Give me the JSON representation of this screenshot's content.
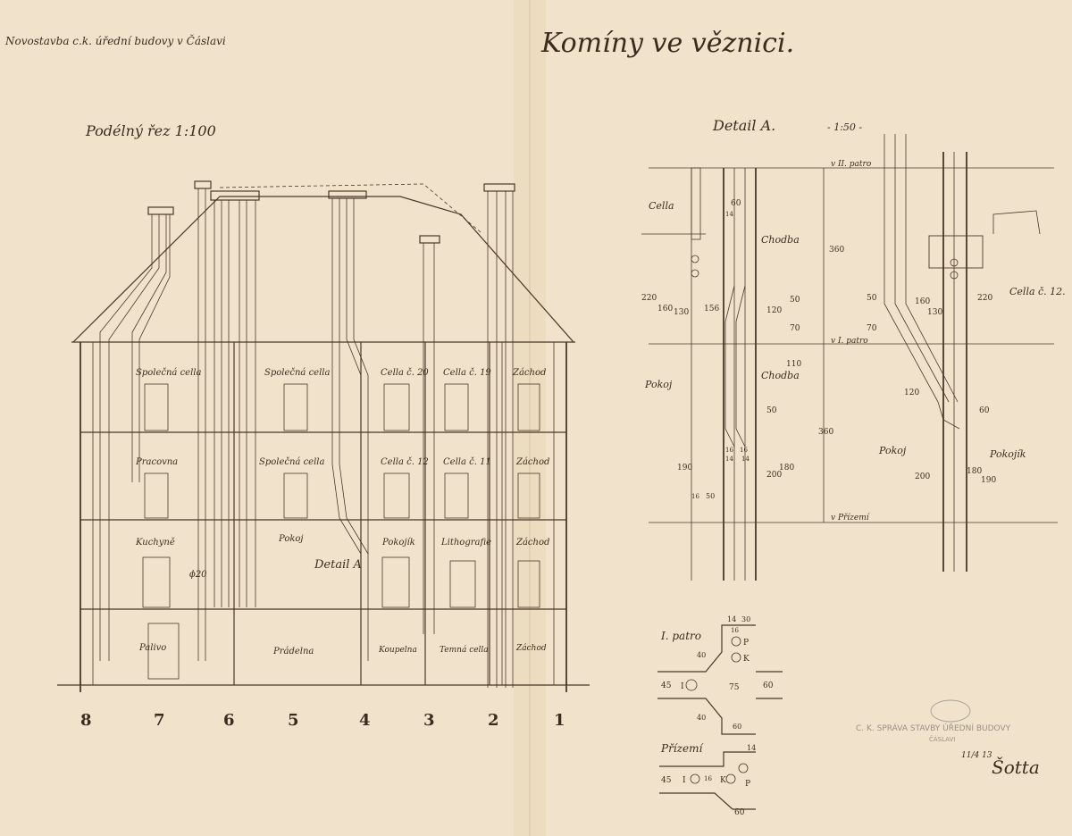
{
  "header": {
    "project": "Novostavba c.k. úřední budovy v Čáslavi",
    "title": "Komíny ve věznici."
  },
  "section": {
    "title": "Podélný řez 1:100",
    "axis_numbers": [
      "8",
      "7",
      "6",
      "5",
      "4",
      "3",
      "2",
      "1"
    ],
    "rooms": {
      "floor2": [
        "Společná cella",
        "Společná cella",
        "Cella č. 20",
        "Cella č. 19",
        "Záchod"
      ],
      "floor1": [
        "Pracovna",
        "Společná cella",
        "Cella č. 12",
        "Cella č. 11",
        "Záchod"
      ],
      "ground": [
        "Kuchyně",
        "Pokoj",
        "Pokojík",
        "Lithografie",
        "Záchod"
      ],
      "basement": [
        "Palivo",
        "Prádelna",
        "Koupelna",
        "Temná cella",
        "Záchod"
      ]
    },
    "pipe_label": "ϕ20",
    "detail_ref": "Detail A"
  },
  "detail": {
    "title": "Detail A.",
    "scale": "- 1:50 -",
    "levels": [
      "v II. patro",
      "v I. patro",
      "v Přízemí"
    ],
    "labels_left": {
      "cella": "Cella",
      "chodba1": "Chodba",
      "chodba2": "Chodba",
      "pokoj": "Pokoj"
    },
    "labels_right": {
      "cella12": "Cella č. 12.",
      "pokoj": "Pokoj",
      "pokojik": "Pokojík"
    },
    "dims_left": [
      "60",
      "14",
      "360",
      "220",
      "160",
      "130",
      "156",
      "50",
      "120",
      "70",
      "110",
      "50",
      "360",
      "16",
      "16",
      "14",
      "14",
      "190",
      "180",
      "200",
      "16",
      "50"
    ],
    "dims_right": [
      "50",
      "160",
      "130",
      "220",
      "70",
      "120",
      "60",
      "200",
      "180",
      "190"
    ]
  },
  "plans": {
    "ipatro": {
      "title": "I. patro",
      "dims": [
        "14",
        "30",
        "16",
        "40",
        "45",
        "75",
        "60",
        "40",
        "60"
      ],
      "flue_labels": [
        "P",
        "K",
        "I"
      ]
    },
    "prizemi": {
      "title": "Přízemí",
      "dims": [
        "14",
        "45",
        "16",
        "60"
      ],
      "flue_labels": [
        "I",
        "K",
        "P"
      ]
    }
  },
  "stamp": {
    "text1": "C. K. SPRÁVA STAVBY ÚŘEDNÍ BUDOVY",
    "text2": "ČÁSLAVI",
    "date": "11/4 13",
    "signature": "Šotta"
  }
}
